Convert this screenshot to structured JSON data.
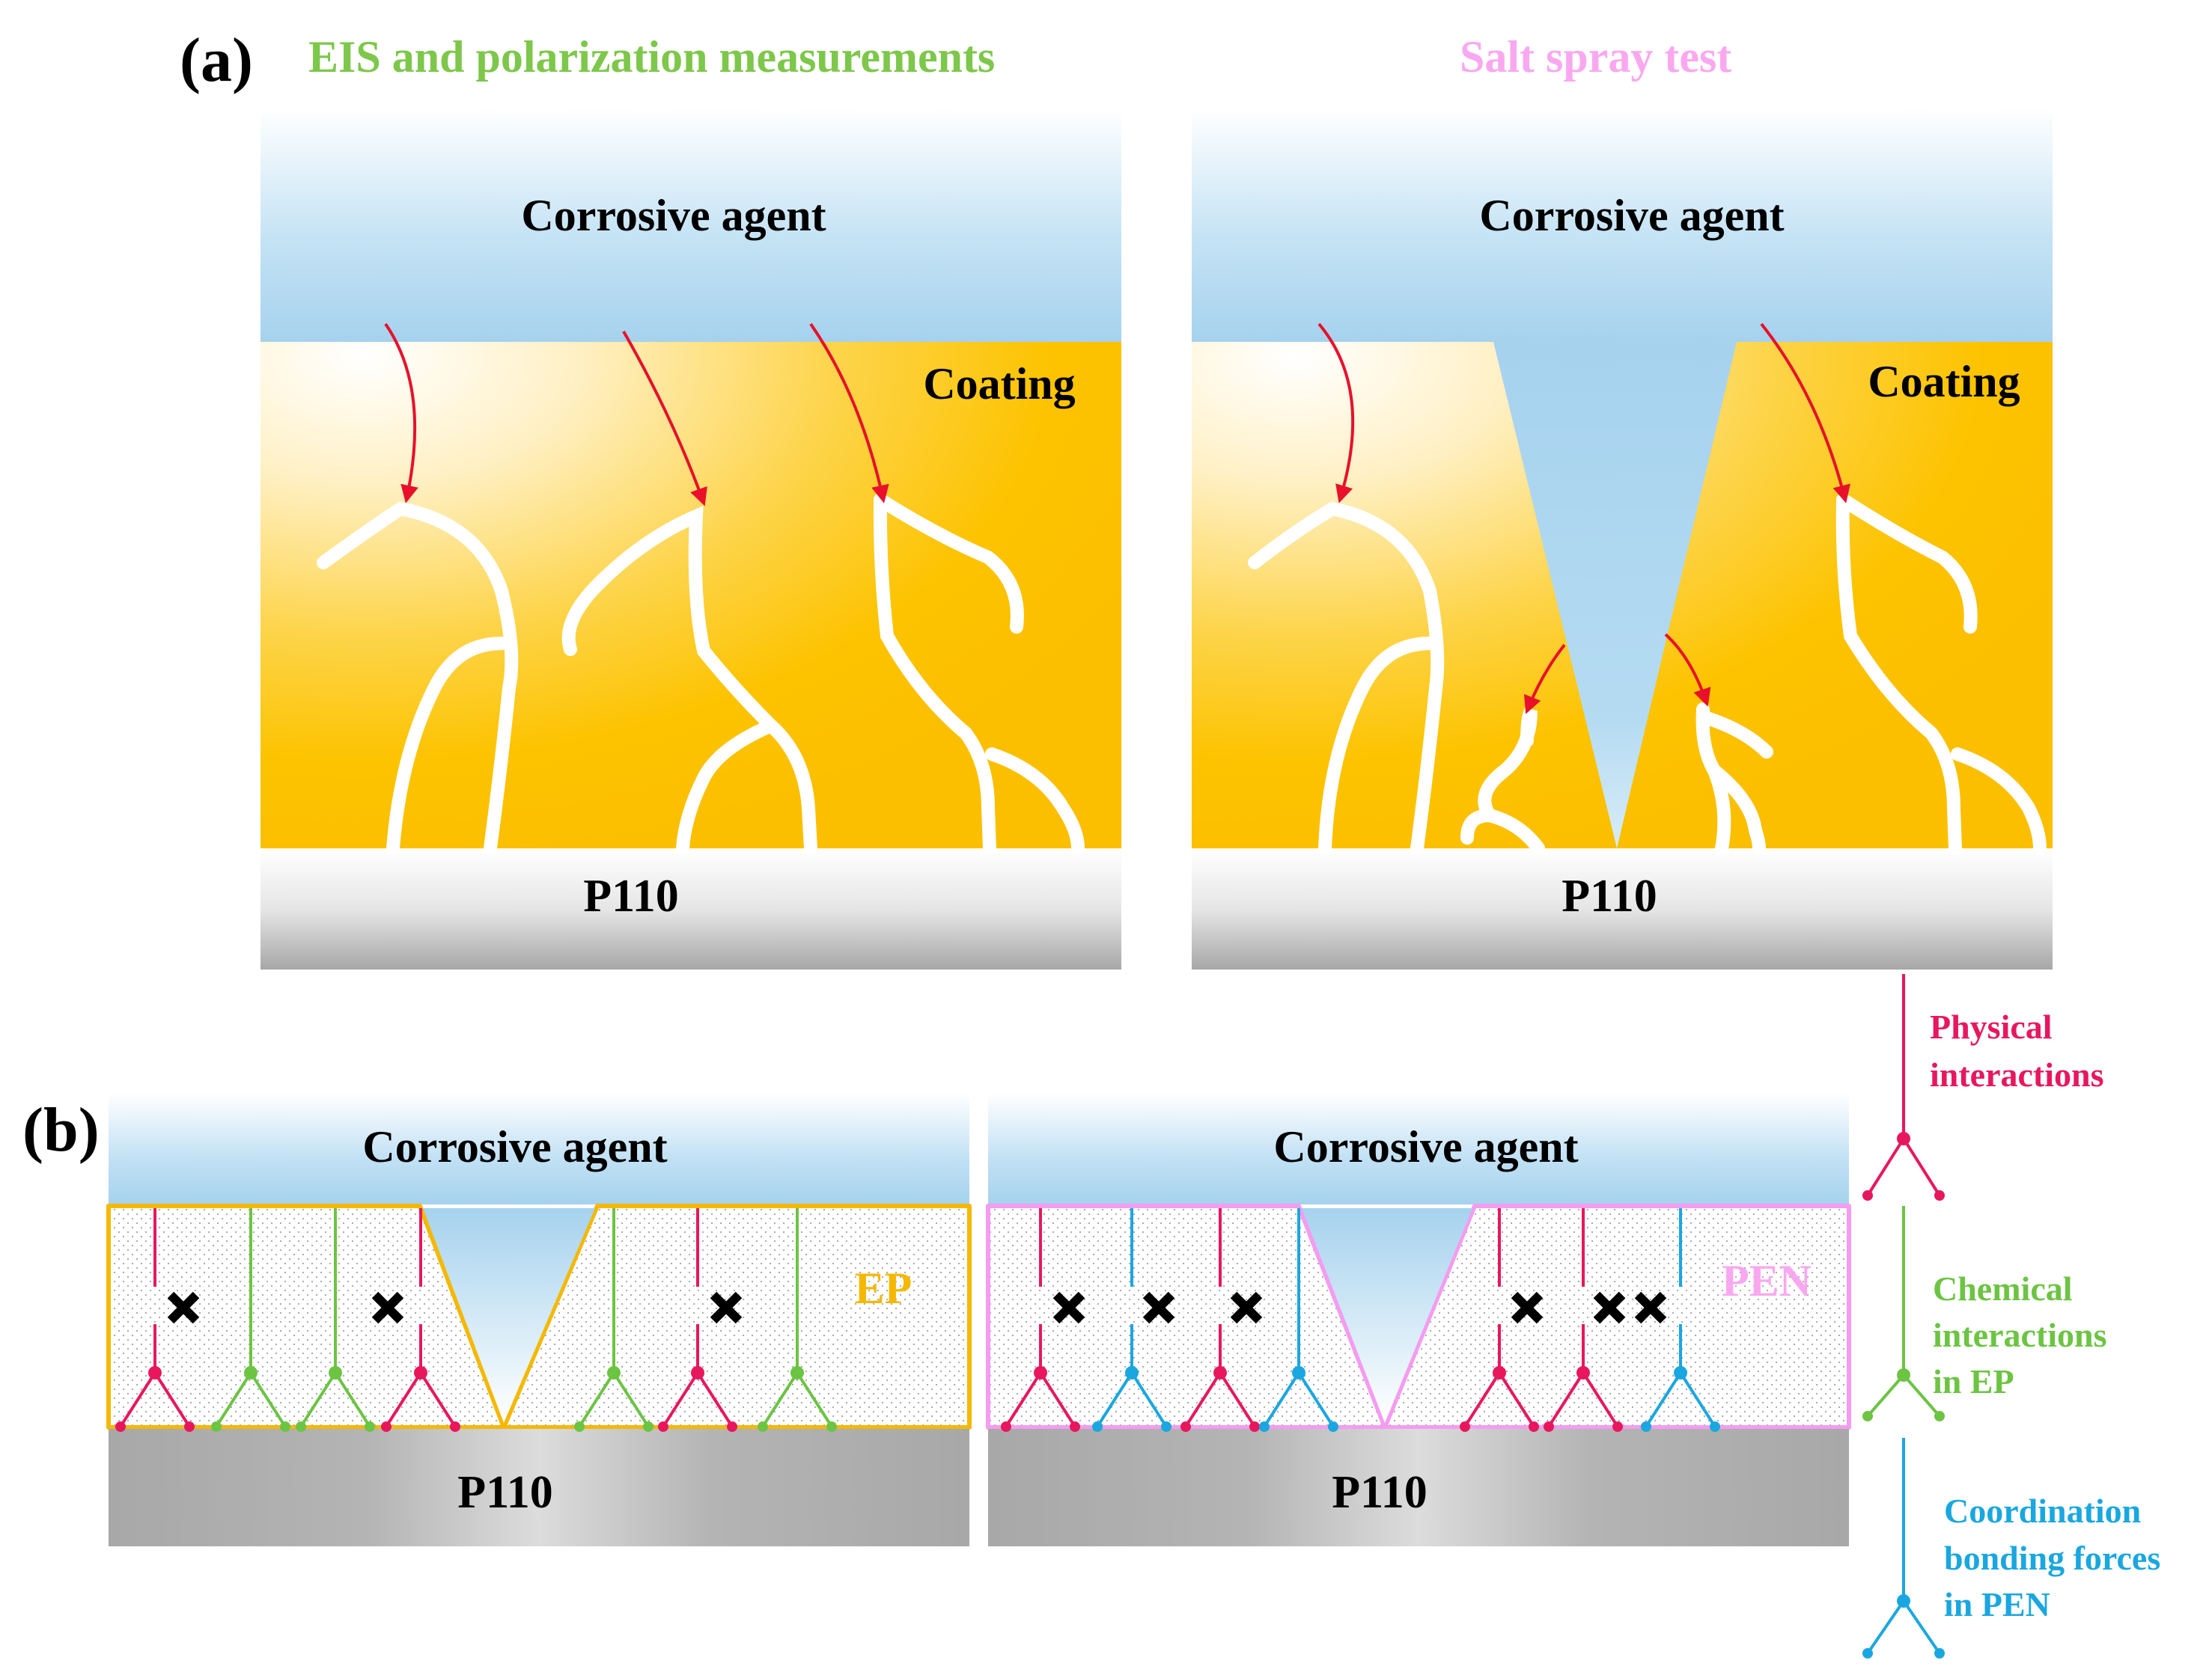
{
  "panel_a": {
    "label": "(a)",
    "left_heading": "EIS and polarization measurements",
    "right_heading": "Salt spray test",
    "left": {
      "corrosive": "Corrosive agent",
      "coating": "Coating",
      "substrate": "P110"
    },
    "right": {
      "corrosive": "Corrosive agent",
      "coating": "Coating",
      "substrate": "P110"
    }
  },
  "panel_b": {
    "label": "(b)",
    "left": {
      "corrosive": "Corrosive agent",
      "coating_label": "EP",
      "substrate": "P110"
    },
    "right": {
      "corrosive": "Corrosive agent",
      "coating_label": "PEN",
      "substrate": "P110"
    }
  },
  "legend": {
    "physical": [
      "Physical",
      "interactions"
    ],
    "chemical": [
      "Chemical",
      "interactions",
      "in EP"
    ],
    "coordination": [
      "Coordination",
      "bonding forces",
      "in PEN"
    ]
  },
  "colors": {
    "heading_green": "#7dc74a",
    "heading_pink": "#f9a8f0",
    "physical": "#e8175d",
    "chemical": "#6cc443",
    "coordination": "#1aa7e0",
    "ep_border": "#f5b800",
    "pen_border": "#f49cf0",
    "coating": "#fdc300",
    "corrosive": "#a8d4ee"
  }
}
